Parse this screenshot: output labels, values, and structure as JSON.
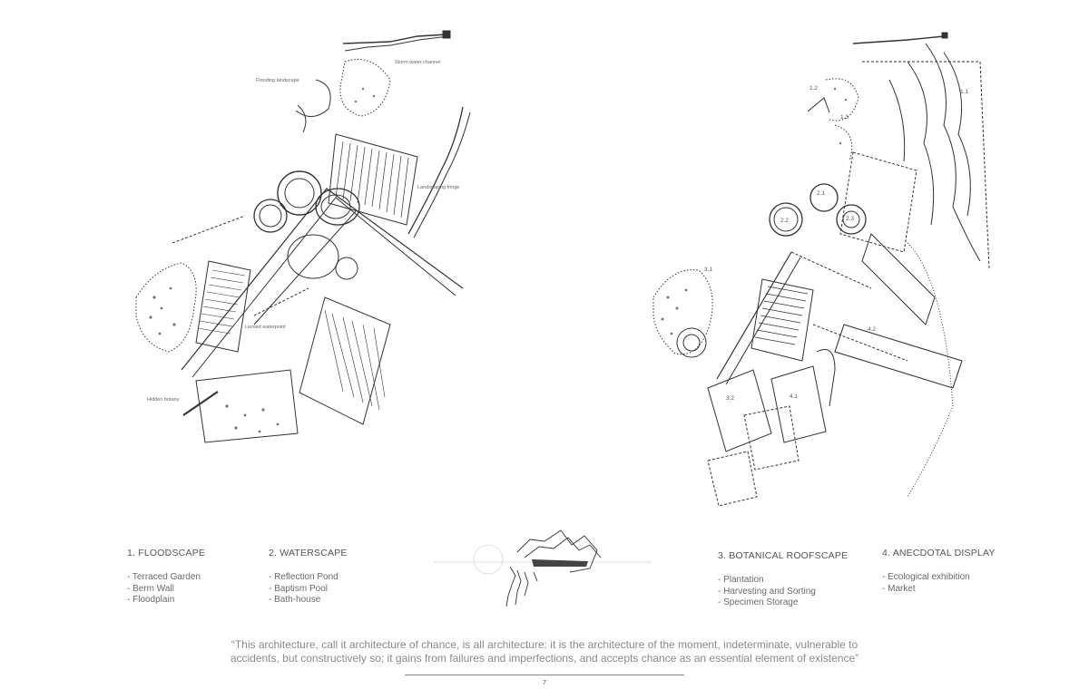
{
  "plan_left": {
    "labels": {
      "storm": "Storm water channel",
      "flooding": "Flooding landscape",
      "fringe": "Landscaping fringe",
      "waterpoint": "Lienied waterpoint",
      "botany": "Hidden botany"
    }
  },
  "plan_right": {
    "labels": [
      "1.1",
      "1.2",
      "1.3",
      "2.1",
      "2.2",
      "2.3",
      "3.1",
      "3.2",
      "4.1",
      "4.2"
    ]
  },
  "legend": [
    {
      "title": "1. FLOODSCAPE",
      "items": [
        "- Terraced Garden",
        "- Berm Wall",
        "- Floodplain"
      ]
    },
    {
      "title": "2. WATERSCAPE",
      "items": [
        "- Reflection Pond",
        "- Baptism Pool",
        "- Bath-house"
      ]
    },
    {
      "title": "3. BOTANICAL ROOFSCAPE",
      "items": [
        "- Plantation",
        "- Harvesting and Sorting",
        "- Specimen Storage"
      ]
    },
    {
      "title": "4. ANECDOTAL DISPLAY",
      "items": [
        "- Ecological exhibition",
        "- Market"
      ]
    }
  ],
  "quote": {
    "line1": "“This architecture, call it architecture of chance, is all architecture: it is the architecture of the moment, indeterminate, vulnerable to",
    "line2": "accidents, but constructively so; it gains from failures and imperfections, and accepts chance as an essential element of existence”"
  },
  "page_number": "7"
}
